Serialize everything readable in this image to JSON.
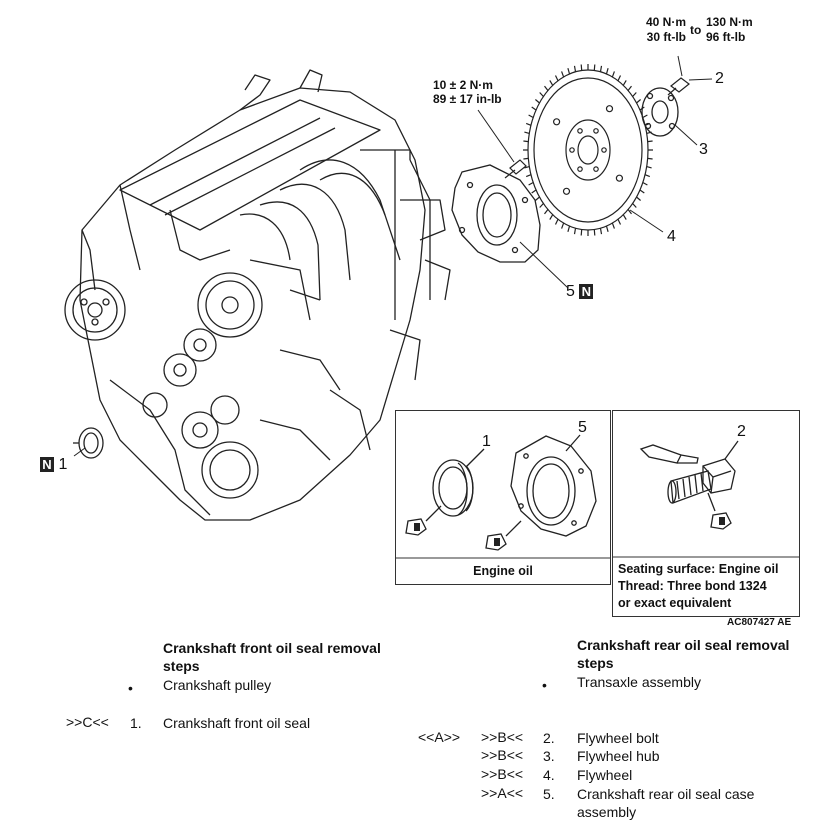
{
  "torques": {
    "flywheel_bolt": {
      "line1_left": "40 N·m",
      "line2_left": "30 ft-lb",
      "to": "to",
      "line1_right": "130 N·m",
      "line2_right": "96 ft-lb"
    },
    "case_bolt": {
      "line1": "10 ± 2 N·m",
      "line2": "89 ± 17 in-lb"
    }
  },
  "callouts": {
    "n2": "2",
    "n3": "3",
    "n4": "4",
    "n5": "5",
    "n1": "1",
    "new_mark": "N"
  },
  "inset_left": {
    "n1": "1",
    "n5": "5",
    "caption": "Engine oil"
  },
  "inset_right": {
    "n2": "2",
    "caption_line1": "Seating surface: Engine oil",
    "caption_line2": "Thread: Three bond 1324",
    "caption_line3": "or exact equivalent"
  },
  "figure_code": "AC807427 AE",
  "front_procedure": {
    "title_line1": "Crankshaft front oil seal removal",
    "title_line2": "steps",
    "bullet": "•",
    "bullet_item": "Crankshaft pulley",
    "step1_ref": ">>C<<",
    "step1_num": "1.",
    "step1_text": "Crankshaft front oil seal"
  },
  "rear_procedure": {
    "title_line1": "Crankshaft rear oil seal removal",
    "title_line2": "steps",
    "bullet": "•",
    "bullet_item": "Transaxle assembly",
    "steps": [
      {
        "pre": "<<A>>",
        "ref": ">>B<<",
        "num": "2.",
        "text": "Flywheel bolt"
      },
      {
        "pre": "",
        "ref": ">>B<<",
        "num": "3.",
        "text": "Flywheel hub"
      },
      {
        "pre": "",
        "ref": ">>B<<",
        "num": "4.",
        "text": "Flywheel"
      },
      {
        "pre": "",
        "ref": ">>A<<",
        "num": "5.",
        "text": "Crankshaft rear oil seal case"
      }
    ],
    "step5_cont": "assembly"
  }
}
